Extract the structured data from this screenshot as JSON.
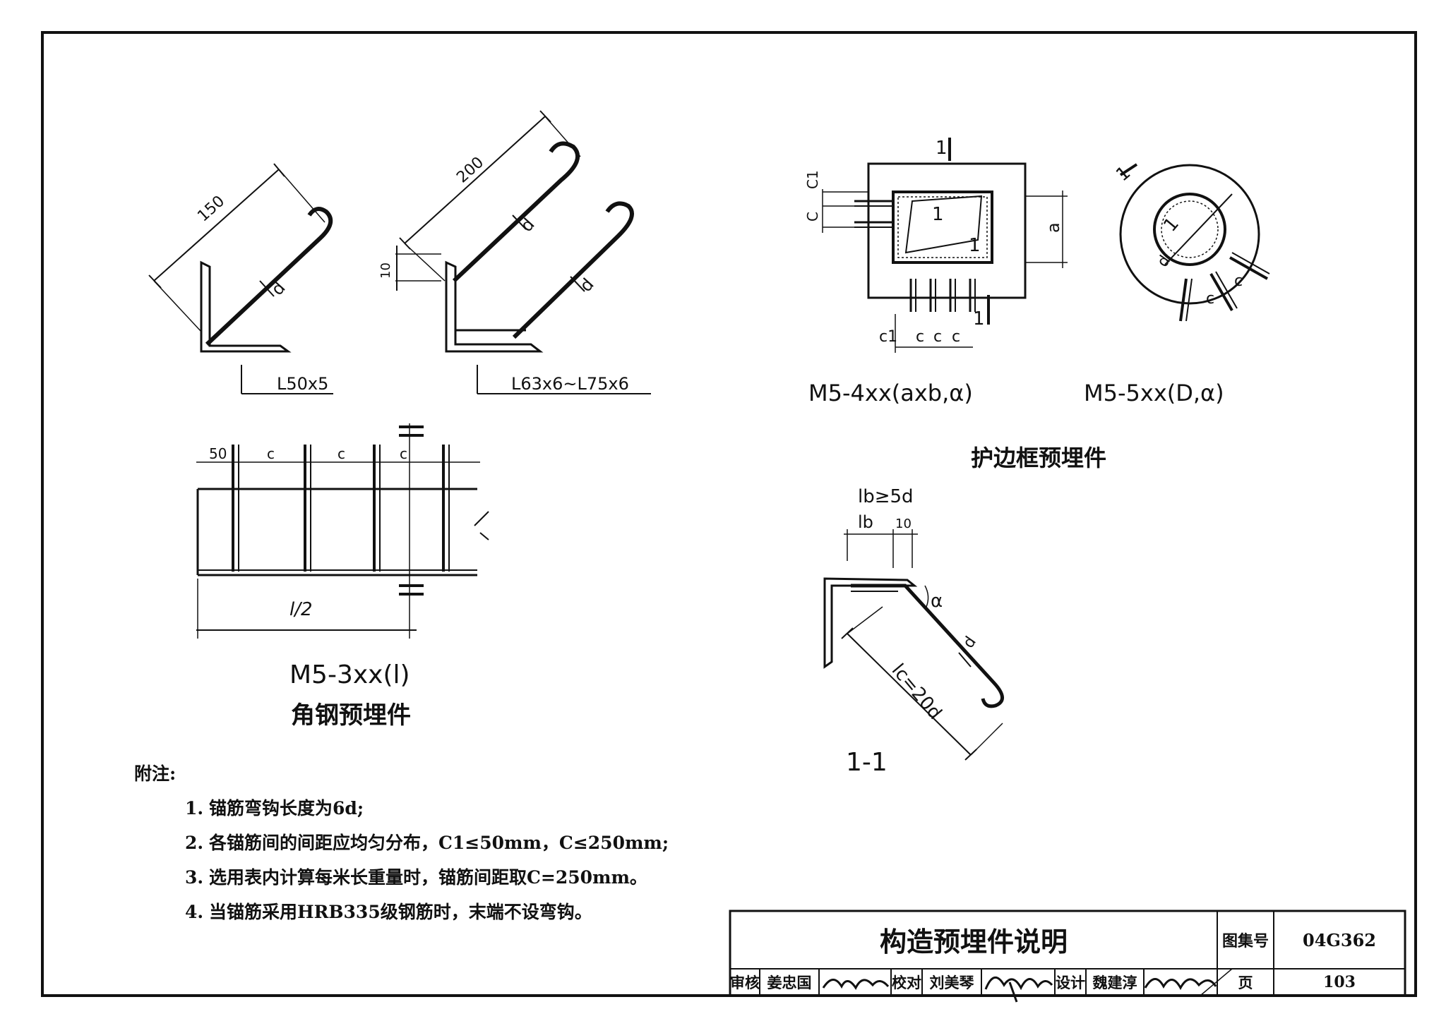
{
  "angle_embed": {
    "label_small": "L50x5",
    "label_large": "L63x6~L75x6",
    "dim_150": "150",
    "dim_200": "200",
    "dim_10": "10",
    "bar": "d",
    "elev": {
      "dim_50": "50",
      "dim_c": "c",
      "dim_half": "l/2"
    },
    "code": "M5-3xx(l)",
    "title": "角钢预埋件"
  },
  "frame_embed": {
    "rect_code": "M5-4xx(axb,α)",
    "circle_code": "M5-5xx(D,α)",
    "title": "护边框预埋件",
    "section_mark": "1",
    "c1": "C1",
    "c": "C",
    "a": "a",
    "c1_lower": "c1",
    "c_lower": "c",
    "d": "d"
  },
  "section_1_1": {
    "lb_cond": "lb≥5d",
    "lb": "lb",
    "dim_10": "10",
    "alpha": "α",
    "d": "d",
    "lc": "lc=20d",
    "name": "1-1"
  },
  "notes": {
    "heading": "附注:",
    "items": [
      {
        "n": "1.",
        "text": "锚筋弯钩长度为6d;"
      },
      {
        "n": "2.",
        "text": "各锚筋间的间距应均匀分布，C1≤50mm，C≤250mm;"
      },
      {
        "n": "3.",
        "text": "选用表内计算每米长重量时，锚筋间距取C=250mm。"
      },
      {
        "n": "4.",
        "text": "当锚筋采用HRB335级钢筋时，末端不设弯钩。"
      }
    ]
  },
  "title_block": {
    "title": "构造预埋件说明",
    "atlas_label": "图集号",
    "atlas_no": "04G362",
    "review_label": "审核",
    "reviewer": "姜忠国",
    "check_label": "校对",
    "checker": "刘美琴",
    "design_label": "设计",
    "designer": "魏建淳",
    "page_label": "页",
    "page_no": "103"
  }
}
